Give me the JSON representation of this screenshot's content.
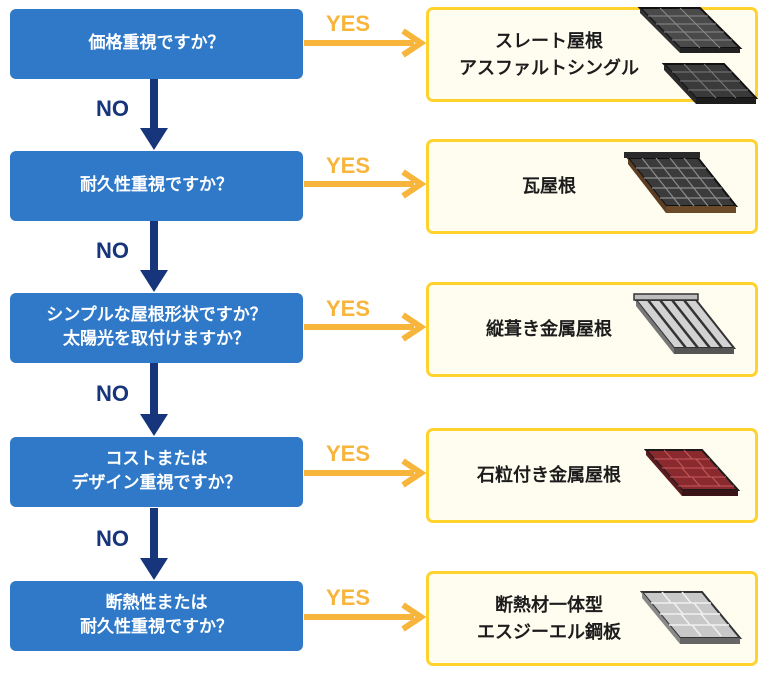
{
  "questions": [
    {
      "text": "価格重視ですか？"
    },
    {
      "text": "耐久性重視ですか？"
    },
    {
      "text": "シンプルな屋根形状ですか？\n太陽光を取付けますか？"
    },
    {
      "text": "コストまたは\nデザイン重視ですか？"
    },
    {
      "text": "断熱性または\n耐久性重視ですか？"
    }
  ],
  "answers": [
    {
      "text": "スレート屋根\nアスファルトシングル",
      "image": "slate-roof-image"
    },
    {
      "text": "瓦屋根",
      "image": "tile-roof-image"
    },
    {
      "text": "縦葺き金属屋根",
      "image": "standing-seam-metal-roof-image"
    },
    {
      "text": "石粒付き金属屋根",
      "image": "stone-coated-metal-roof-image"
    },
    {
      "text": "断熱材一体型\nエスジーエル鋼板",
      "image": "insulated-sgl-steel-roof-image"
    }
  ],
  "yes_label": "YES",
  "no_label": "NO",
  "colors": {
    "question_bg": "#2f79c8",
    "yes_arrow": "#f7b53b",
    "no_arrow": "#17357a",
    "answer_border": "#ffd22e",
    "answer_bg": "#fffdf0"
  }
}
